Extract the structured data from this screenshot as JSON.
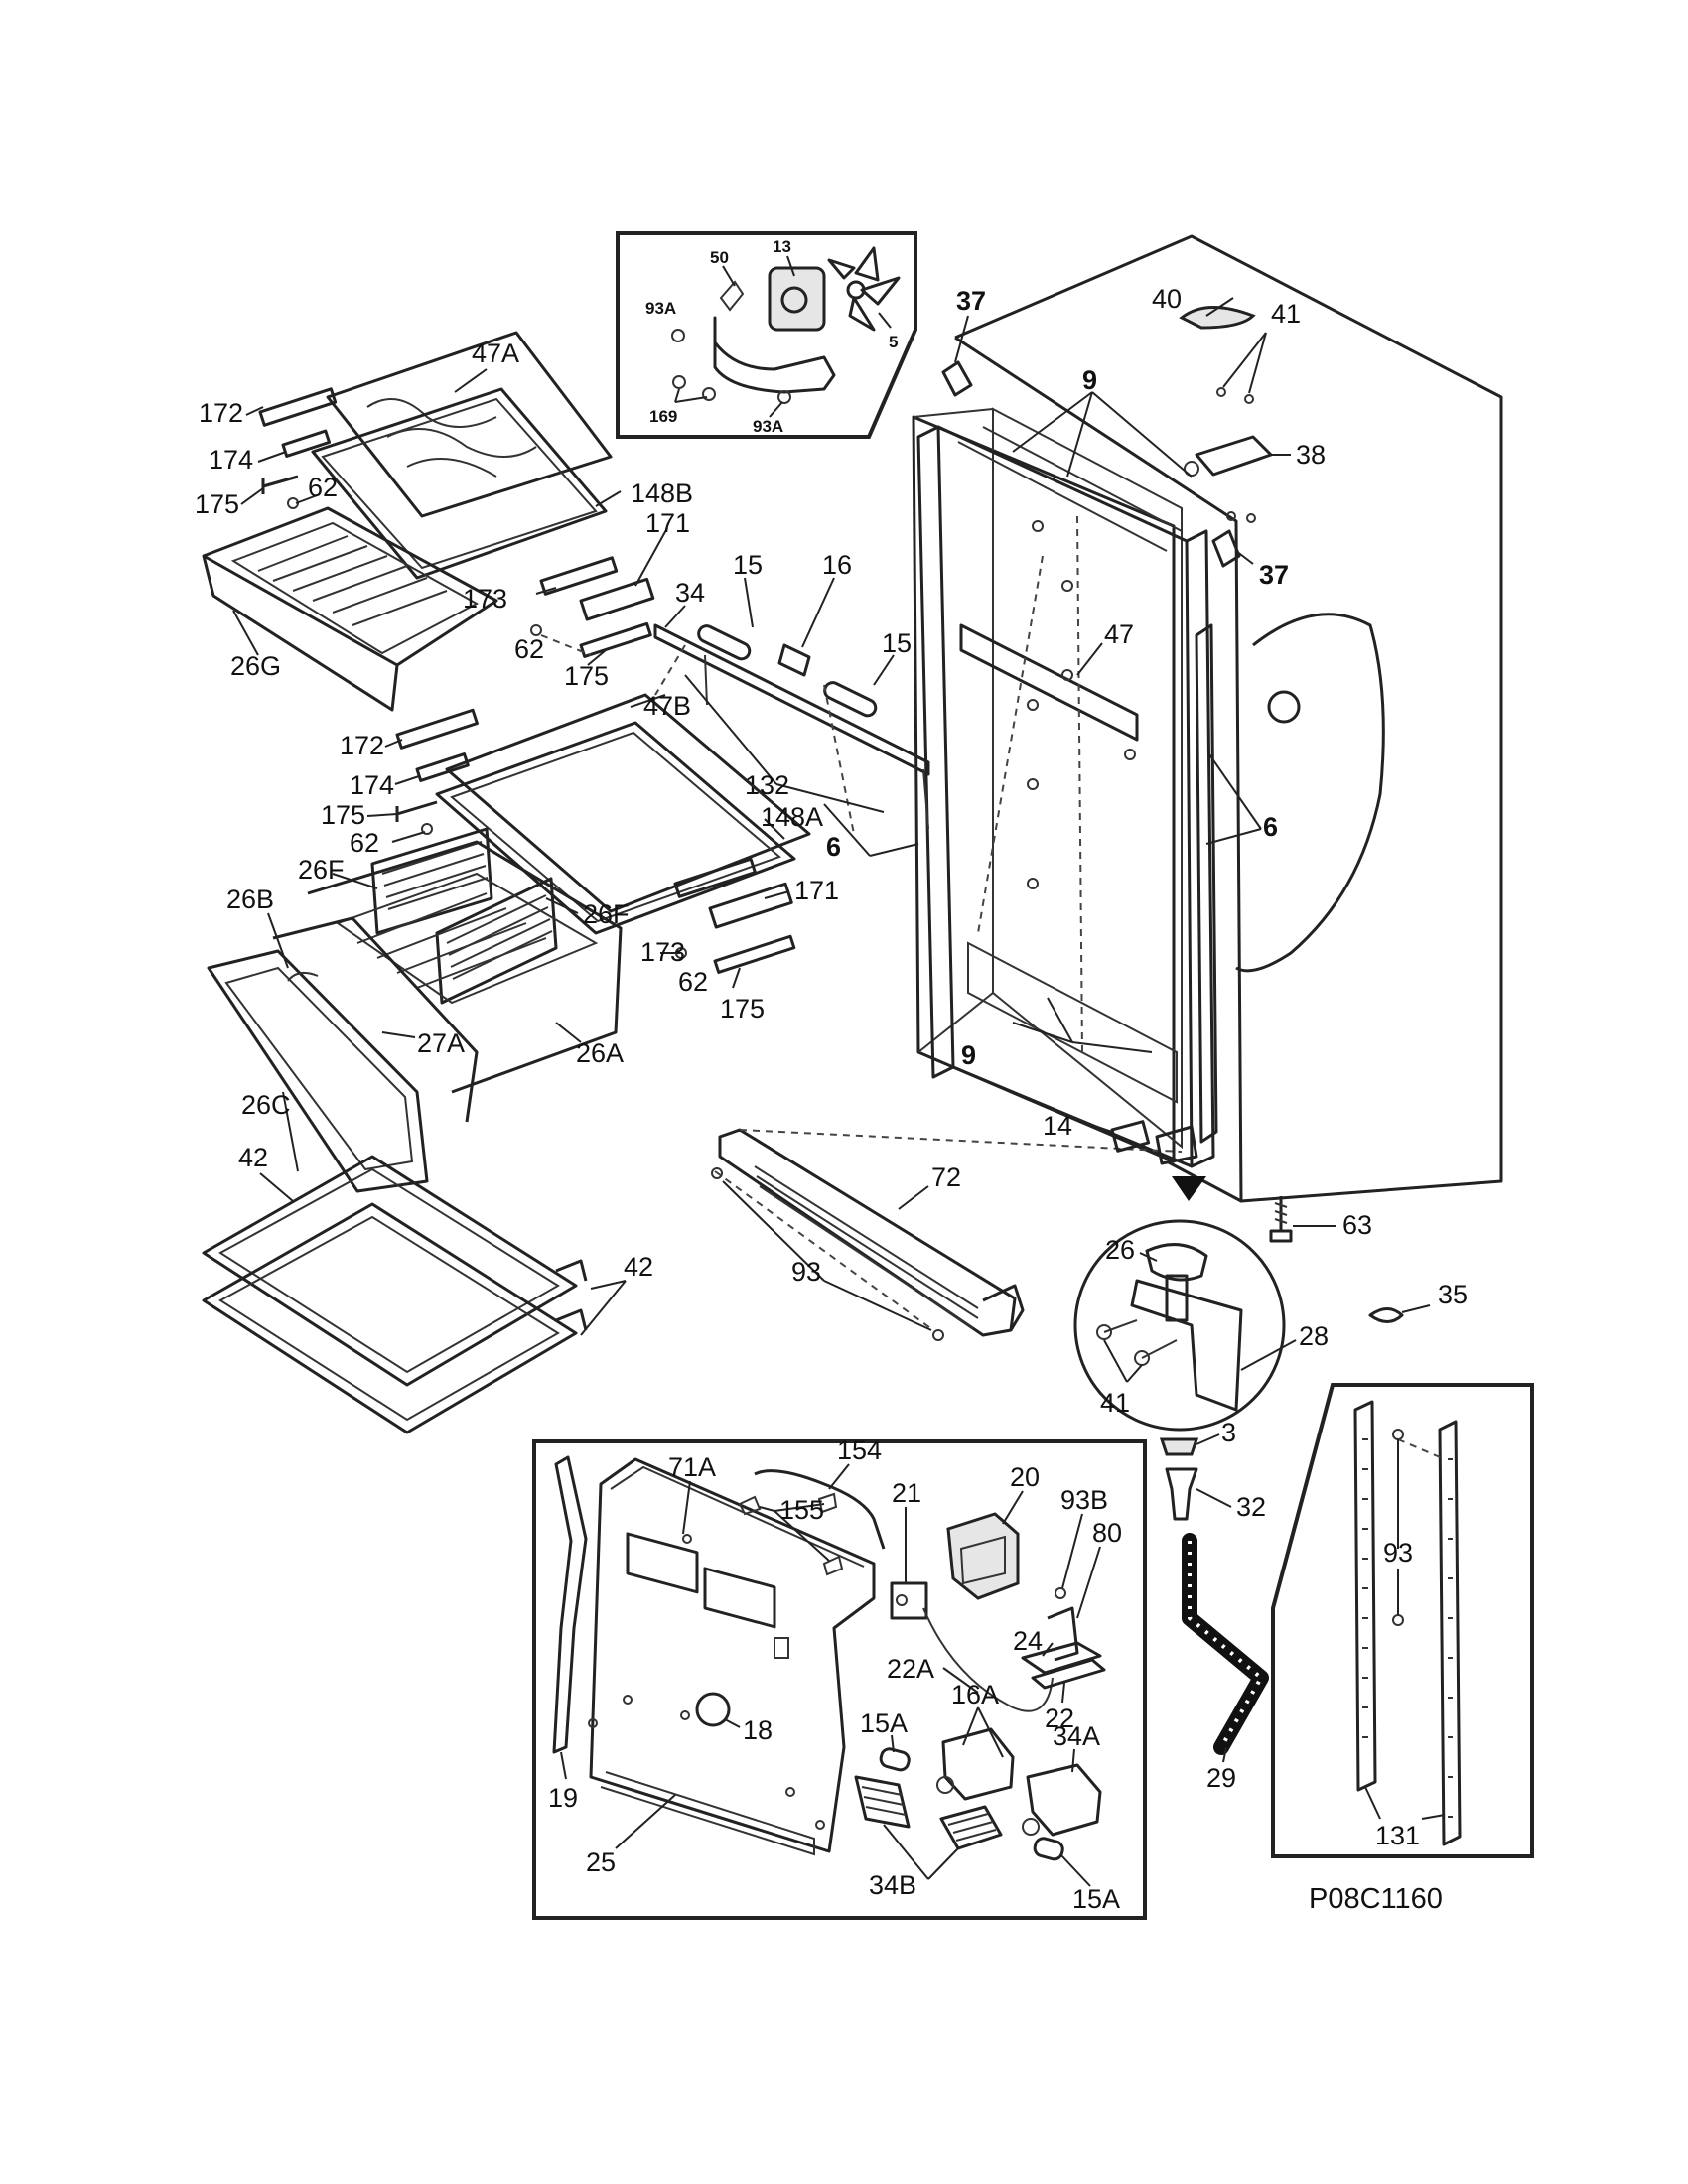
{
  "diagram_code": "P08C1160",
  "callouts": {
    "c_93A": "93A",
    "c_50": "50",
    "c_13": "13",
    "c_5": "5",
    "c_169": "169",
    "c_37": "37",
    "c_9": "9",
    "c_40": "40",
    "c_41": "41",
    "c_38": "38",
    "c_47A": "47A",
    "c_172": "172",
    "c_174": "174",
    "c_175": "175",
    "c_62": "62",
    "c_148B": "148B",
    "c_171": "171",
    "c_173": "173",
    "c_26G": "26G",
    "c_34": "34",
    "c_15": "15",
    "c_16": "16",
    "c_47": "47",
    "c_47B": "47B",
    "c_132": "132",
    "c_148A": "148A",
    "c_6": "6",
    "c_26F": "26F",
    "c_26B": "26B",
    "c_27A": "27A",
    "c_26A": "26A",
    "c_26C": "26C",
    "c_42": "42",
    "c_72": "72",
    "c_93": "93",
    "c_14": "14",
    "c_63": "63",
    "c_26": "26",
    "c_35": "35",
    "c_28": "28",
    "c_3": "3",
    "c_32": "32",
    "c_29": "29",
    "c_131": "131",
    "c_71A": "71A",
    "c_154": "154",
    "c_21": "21",
    "c_20": "20",
    "c_93B": "93B",
    "c_80": "80",
    "c_155": "155",
    "c_24": "24",
    "c_22": "22",
    "c_22A": "22A",
    "c_18": "18",
    "c_15A": "15A",
    "c_16A": "16A",
    "c_34A": "34A",
    "c_34B": "34B",
    "c_19": "19",
    "c_25": "25"
  }
}
